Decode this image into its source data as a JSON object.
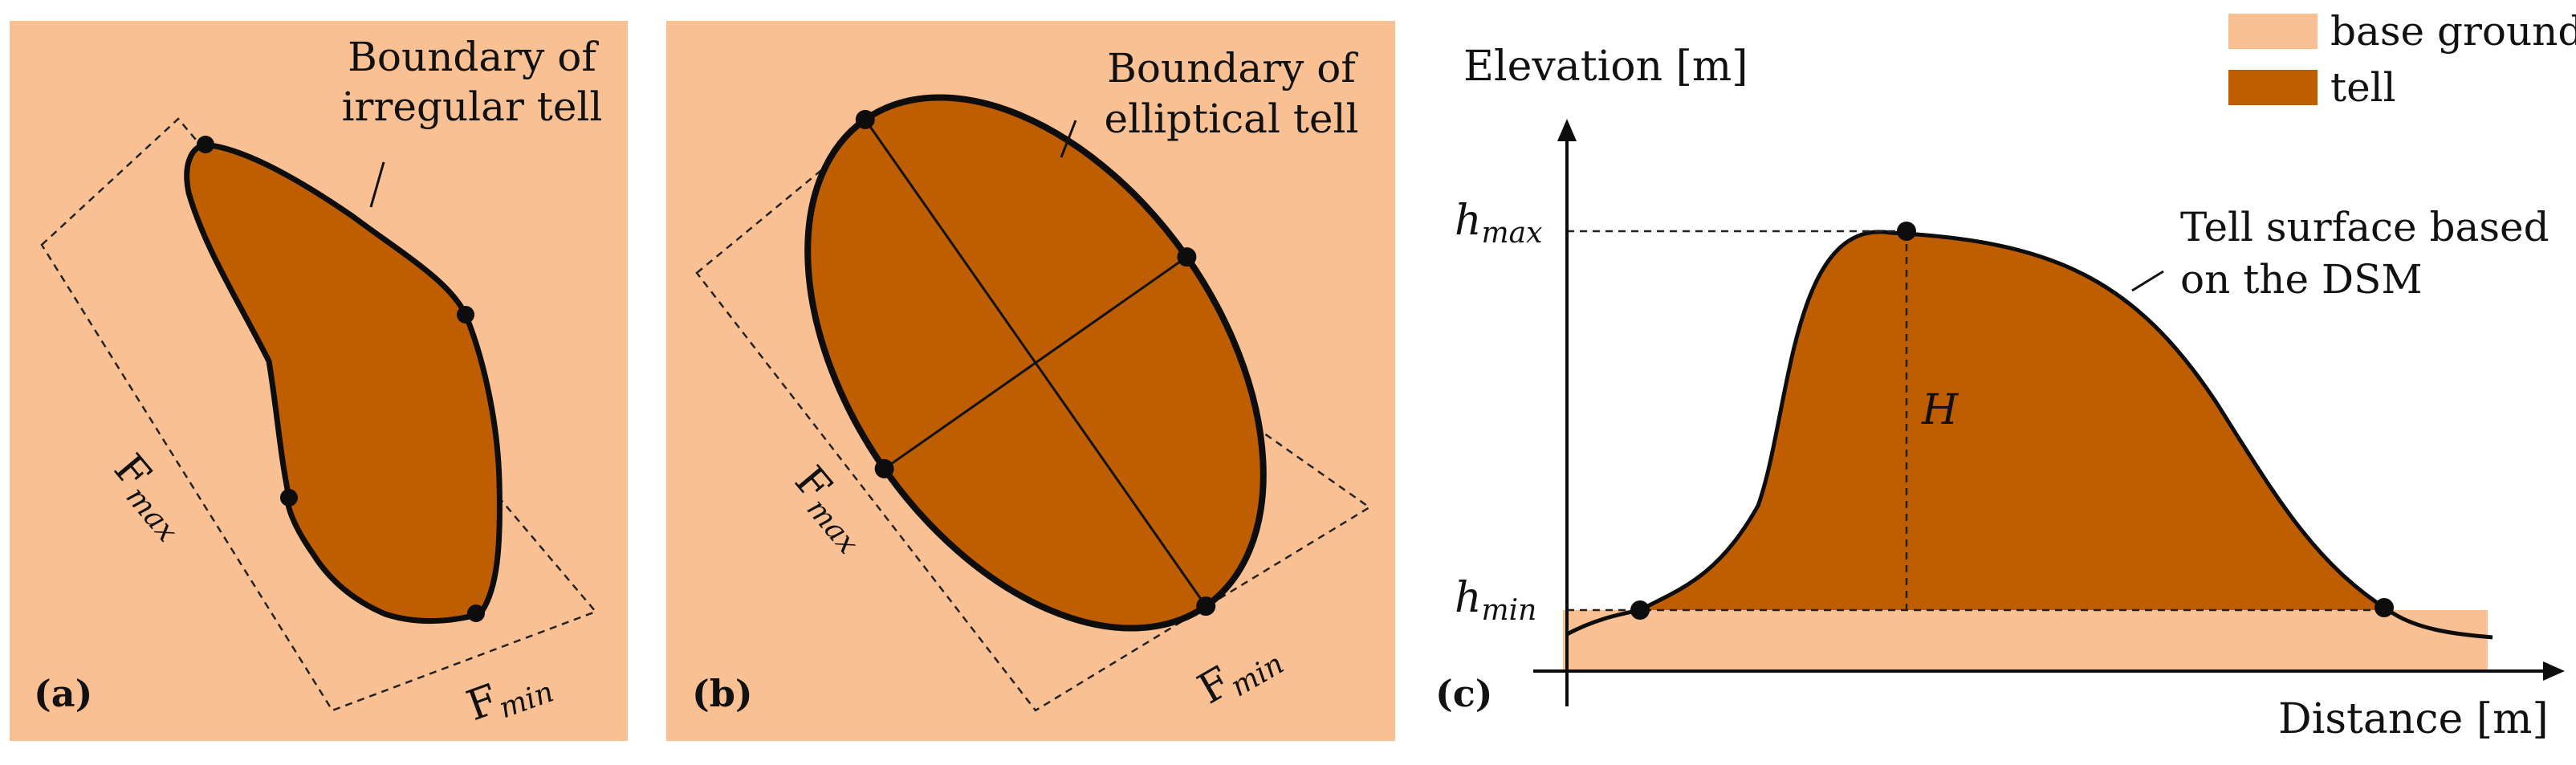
{
  "colors": {
    "base_ground": "#F9C193",
    "tell": "#BF5E00",
    "outline": "#0d0d0d"
  },
  "panel_a": {
    "label": "(a)",
    "callout_line1": "Boundary of",
    "callout_line2": "irregular tell",
    "fmax_main": "F",
    "fmax_sub": "max",
    "fmin_main": "F",
    "fmin_sub": "min"
  },
  "panel_b": {
    "label": "(b)",
    "callout_line1": "Boundary of",
    "callout_line2": "elliptical tell",
    "fmax_main": "F",
    "fmax_sub": "max",
    "fmin_main": "F",
    "fmin_sub": "min"
  },
  "panel_c": {
    "label": "(c)",
    "y_axis_label": "Elevation [m]",
    "x_axis_label": "Distance [m]",
    "hmax_main": "h",
    "hmax_sub": "max",
    "hmin_main": "h",
    "hmin_sub": "min",
    "height_label": "H",
    "surface_label_line1": "Tell surface based",
    "surface_label_line2": "on the DSM"
  },
  "legend": {
    "items": [
      {
        "label": "base ground",
        "color": "#F9C193"
      },
      {
        "label": "tell",
        "color": "#BF5E00"
      }
    ]
  }
}
